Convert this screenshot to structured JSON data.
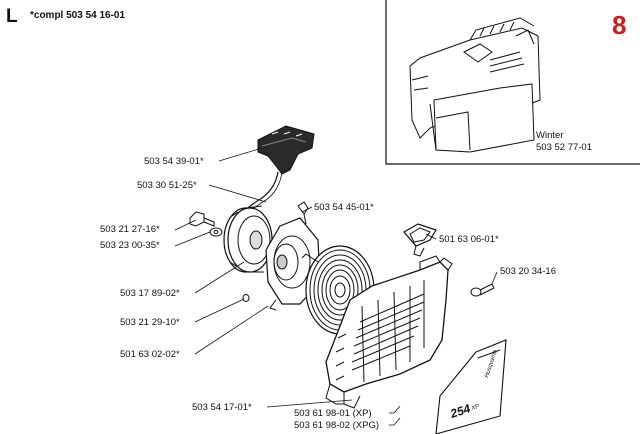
{
  "header": {
    "section_letter": "L",
    "assembly_label": "*compl 503 54 16-01",
    "page_number": "8"
  },
  "inset": {
    "caption_name": "Winter",
    "caption_part": "503 52 77-01"
  },
  "parts": [
    {
      "id": "starter-handle",
      "label": "503 54 39-01*"
    },
    {
      "id": "starter-rope",
      "label": "503 30 51-25*"
    },
    {
      "id": "pulley-screw",
      "label": "503 21 27-16*"
    },
    {
      "id": "pulley-washer",
      "label": "503 23 00-35*"
    },
    {
      "id": "rope-pulley",
      "label": "503 17 89-02*"
    },
    {
      "id": "pulley-center-screw",
      "label": "503 21 29-10*"
    },
    {
      "id": "rewind-spring",
      "label": "501 63 02-02*"
    },
    {
      "id": "spring-cassette",
      "label": "503 54 45-01*"
    },
    {
      "id": "air-intake-plug",
      "label": "501 63 06-01*"
    },
    {
      "id": "housing-screw",
      "label": "503 20 34-16"
    },
    {
      "id": "starter-housing",
      "label": "503 54 17-01*"
    },
    {
      "id": "decal-xp",
      "label": "503 61 98-01 (XP)"
    },
    {
      "id": "decal-xpg",
      "label": "503 61 98-02 (XPG)"
    }
  ],
  "decal": {
    "brand": "Husqvarna",
    "model": "254",
    "suffix": "XP"
  },
  "colors": {
    "page_number": "#d11a1a",
    "line": "#111111"
  }
}
